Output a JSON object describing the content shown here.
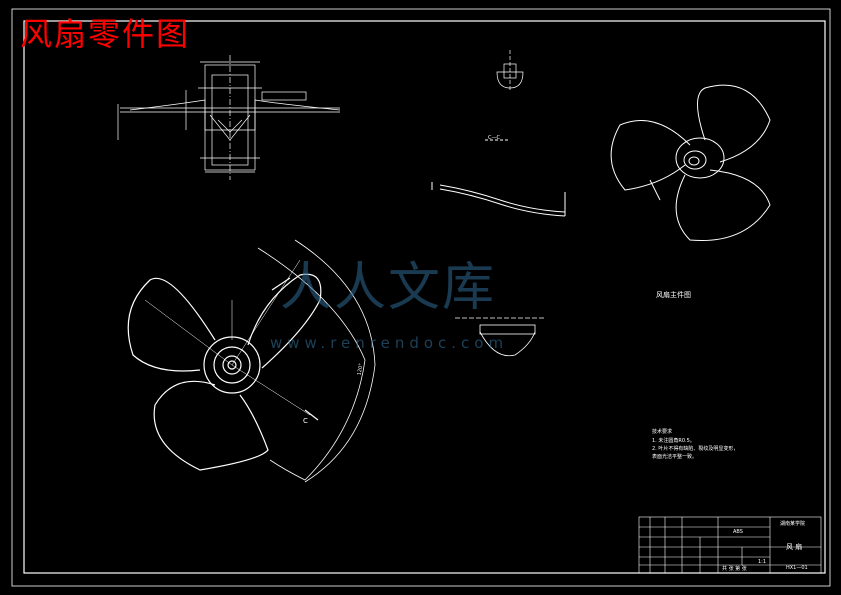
{
  "title": "风扇零件图",
  "watermark": {
    "text": "人人文库",
    "url": "www.renrendoc.com"
  },
  "views": {
    "main_view_label": "风扇主件图",
    "section_label": "C",
    "section_cut_label": "C—C",
    "angle_label": "120°"
  },
  "tech_requirements": {
    "title": "技术要求",
    "items": [
      "1.  未注圆角R0.5。",
      "2.  叶片不得有缺陷、裂纹及明显变形，",
      "    表面光洁平整一致。"
    ]
  },
  "title_block": {
    "part_name": "风 扇",
    "material": "ABS",
    "org": "湖南某学院",
    "drawing_no": "HX1—01",
    "scale": "1:1",
    "sheet": "共 张 第 张"
  },
  "colors": {
    "title": "#ff0000",
    "lines": "#ffffff",
    "watermark": "#2e6b93",
    "background": "#000000"
  }
}
